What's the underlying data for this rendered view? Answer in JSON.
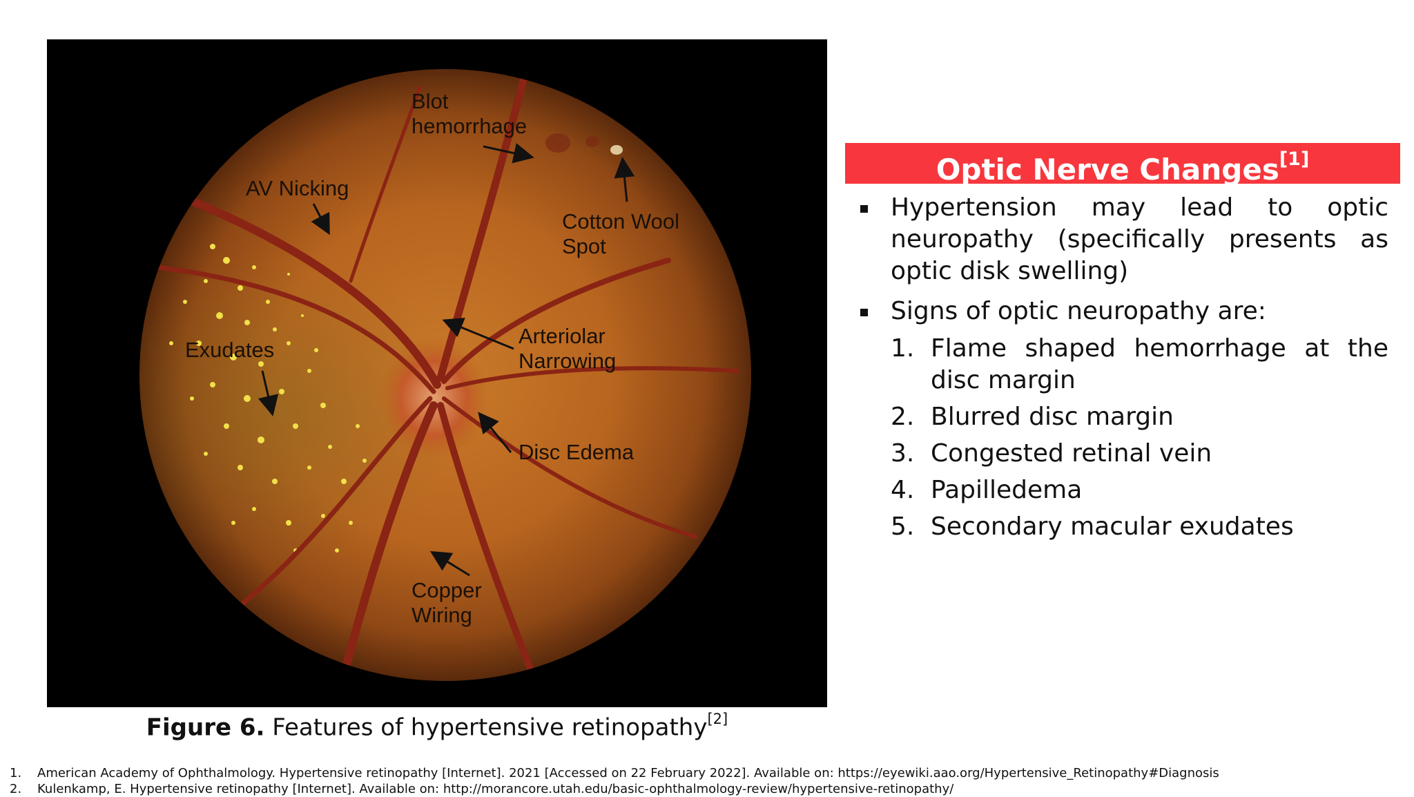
{
  "figure": {
    "labels": {
      "blot": [
        "Blot",
        "hemorrhage"
      ],
      "av_nicking": "AV Nicking",
      "cotton_wool": [
        "Cotton Wool",
        "Spot"
      ],
      "exudates": "Exudates",
      "arteriolar": [
        "Arteriolar",
        "Narrowing"
      ],
      "disc_edema": "Disc Edema",
      "copper": [
        "Copper",
        "Wiring"
      ]
    },
    "caption": {
      "bold": "Figure 6.",
      "text": " Features of hypertensive retinopathy",
      "ref": "[2]"
    }
  },
  "panel": {
    "title": "Optic Nerve Changes",
    "title_ref": "[1]",
    "bullets": [
      "Hypertension may lead to optic neuropathy (specifically presents as optic disk swelling)",
      "Signs of optic neuropathy are:"
    ],
    "signs": [
      {
        "num": "1.",
        "text": "Flame shaped hemorrhage at the disc margin"
      },
      {
        "num": "2.",
        "text": "Blurred disc margin"
      },
      {
        "num": "3.",
        "text": "Congested retinal vein"
      },
      {
        "num": "4.",
        "text": "Papilledema"
      },
      {
        "num": "5.",
        "text": "Secondary macular exudates"
      }
    ]
  },
  "references": [
    {
      "num": "1.",
      "text": "American Academy of Ophthalmology. Hypertensive retinopathy [Internet]. 2021 [Accessed on 22 February 2022]. Available on: https://eyewiki.aao.org/Hypertensive_Retinopathy#Diagnosis"
    },
    {
      "num": "2.",
      "text": "Kulenkamp, E. Hypertensive retinopathy [Internet]. Available on: http://morancore.utah.edu/basic-ophthalmology-review/hypertensive-retinopathy/"
    }
  ],
  "colors": {
    "header_bg": "#f7373d",
    "fundus": "#b8651f",
    "vessel": "#8a2414",
    "exudate": "#f2e04a"
  }
}
